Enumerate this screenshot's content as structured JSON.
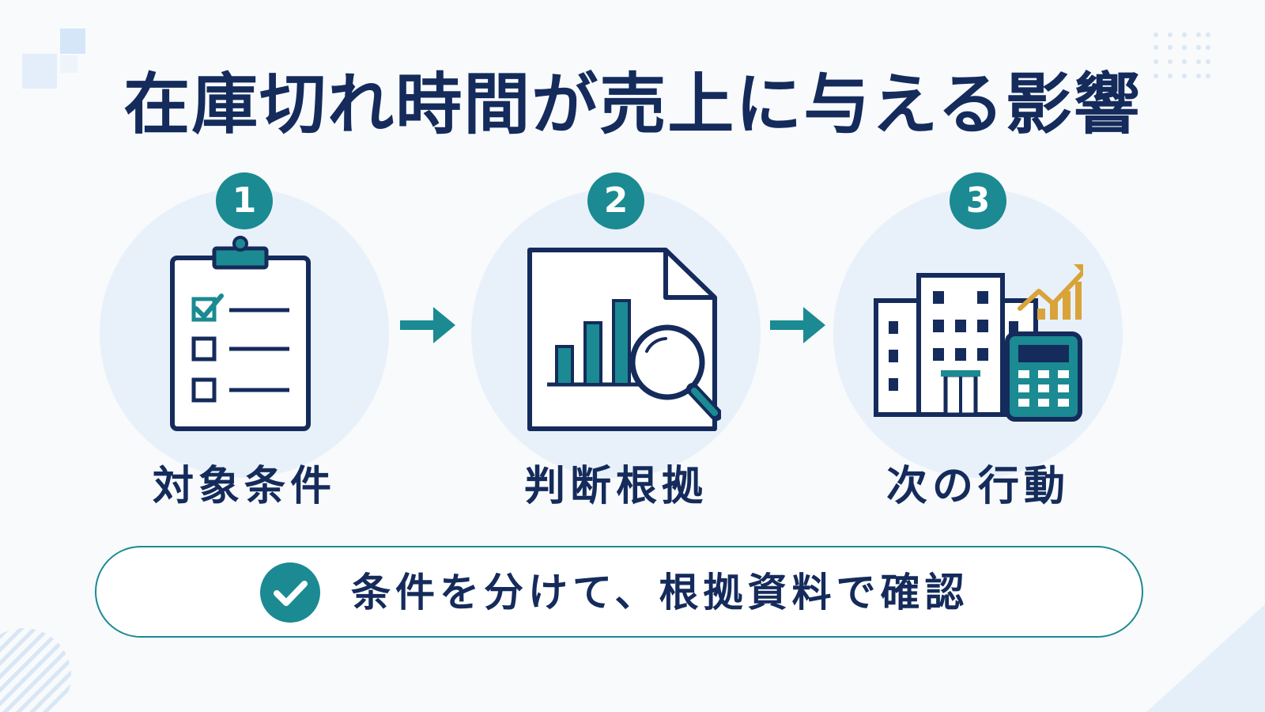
{
  "title": "在庫切れ時間が売上に与える影響",
  "steps": [
    {
      "number": "1",
      "label": "対象条件",
      "icon": "clipboard-checklist-icon"
    },
    {
      "number": "2",
      "label": "判断根拠",
      "icon": "report-magnifier-icon"
    },
    {
      "number": "3",
      "label": "次の行動",
      "icon": "building-calculator-growth-icon"
    }
  ],
  "summary": {
    "text": "条件を分けて、根拠資料で確認",
    "icon": "check-circle-icon"
  },
  "colors": {
    "navy": "#142b5b",
    "teal": "#1b8a92",
    "gold": "#d9a33a",
    "circle_bg": "#e8f1fa"
  }
}
